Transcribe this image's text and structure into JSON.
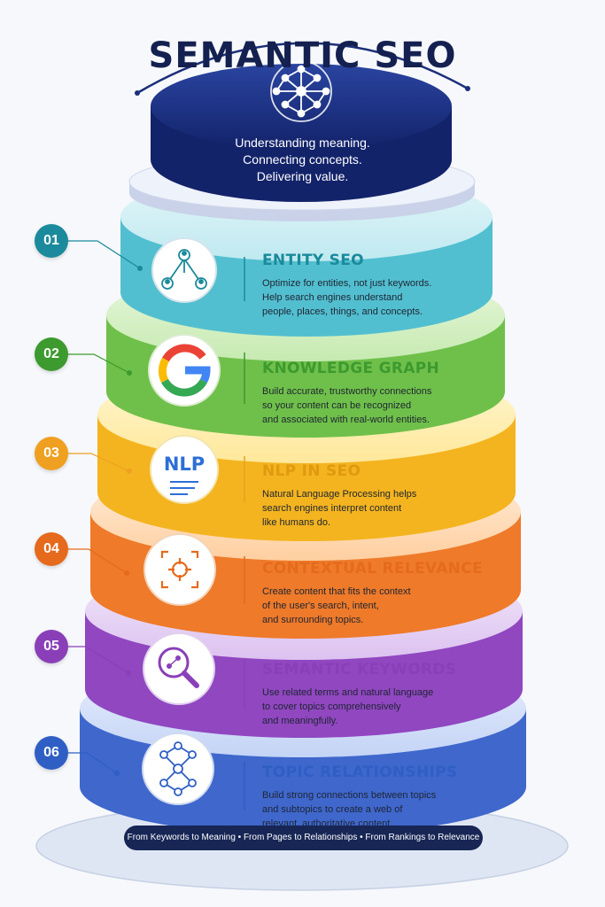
{
  "title": "SEMANTIC SEO",
  "tagline": [
    "Understanding meaning.",
    "Connecting concepts.",
    "Delivering value."
  ],
  "colors": {
    "navy": "#1c2f7a",
    "entity": "#1a8a9c",
    "knowledge": "#3d9a2e",
    "nlp": "#f0a020",
    "contextual": "#e56a1c",
    "semantic": "#8a3fb8",
    "topic": "#2f5fc4"
  },
  "tiers": [
    {
      "number": "01",
      "title": "ENTITY SEO",
      "icon": "entity-network-icon",
      "desc": [
        "Optimize for entities, not just keywords.",
        "Help search engines understand",
        "people, places, things, and concepts."
      ]
    },
    {
      "number": "02",
      "title": "KNOWLEDGE GRAPH",
      "icon": "google-g-icon",
      "desc": [
        "Build accurate, trustworthy connections",
        "so your content can be recognized",
        "and associated with real-world entities."
      ]
    },
    {
      "number": "03",
      "title": "NLP IN SEO",
      "icon": "nlp-text-icon",
      "icon_label": "NLP",
      "desc": [
        "Natural Language Processing helps",
        "search engines interpret content",
        "like humans do."
      ]
    },
    {
      "number": "04",
      "title": "CONTEXTUAL RELEVANCE",
      "icon": "target-frame-icon",
      "desc": [
        "Create content that fits the context",
        "of the user's search, intent,",
        "and surrounding topics."
      ]
    },
    {
      "number": "05",
      "title": "SEMANTIC KEYWORDS",
      "icon": "magnifier-icon",
      "desc": [
        "Use related terms and natural language",
        "to cover topics comprehensively",
        "and meaningfully."
      ]
    },
    {
      "number": "06",
      "title": "TOPIC RELATIONSHIPS",
      "icon": "topic-network-icon",
      "desc": [
        "Build strong connections between topics",
        "and subtopics to create a web of",
        "relevant, authoritative content."
      ]
    }
  ],
  "footer": "From Keywords to Meaning • From Pages to Relationships • From Rankings to Relevance"
}
